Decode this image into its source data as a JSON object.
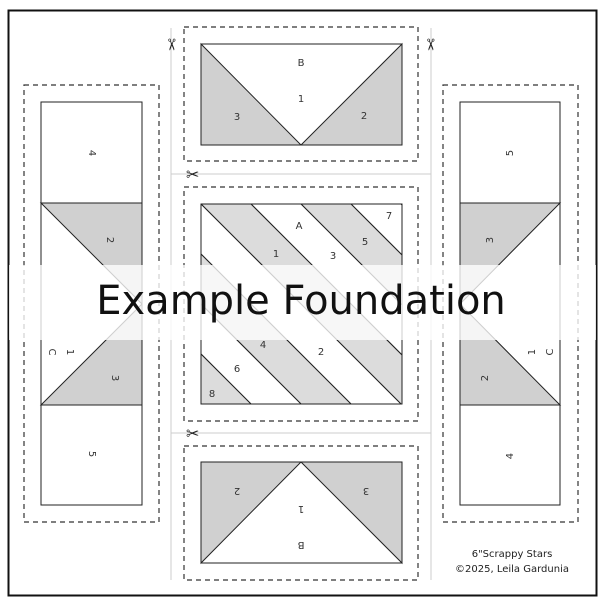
{
  "colors": {
    "shaded": "#d0d0d0",
    "light_shaded": "#dcdcdc",
    "line": "#222222",
    "border": "#111111"
  },
  "banner": {
    "text": "Example Foundation"
  },
  "credit": {
    "line1": "6\"Scrappy Stars",
    "line2": "©2025, Leila Gardunia"
  },
  "icons": {
    "cut_marker": "scissors-icon"
  },
  "units": {
    "top_goose": {
      "letter": "B",
      "center": "1",
      "left": "3",
      "right": "2"
    },
    "bottom_goose": {
      "letter": "B",
      "center": "1",
      "left": "2",
      "right": "3"
    },
    "left_strip": {
      "top": "4",
      "upper_triangle": "2",
      "letter": "C",
      "center": "1",
      "lower_triangle": "3",
      "bottom": "5"
    },
    "right_strip": {
      "top": "5",
      "upper_triangle": "3",
      "letter": "C",
      "center": "1",
      "lower_triangle": "2",
      "bottom": "4"
    },
    "center_square": {
      "letter": "A",
      "pieces": [
        "7",
        "5",
        "3",
        "1",
        "2",
        "4",
        "6",
        "8"
      ]
    }
  }
}
